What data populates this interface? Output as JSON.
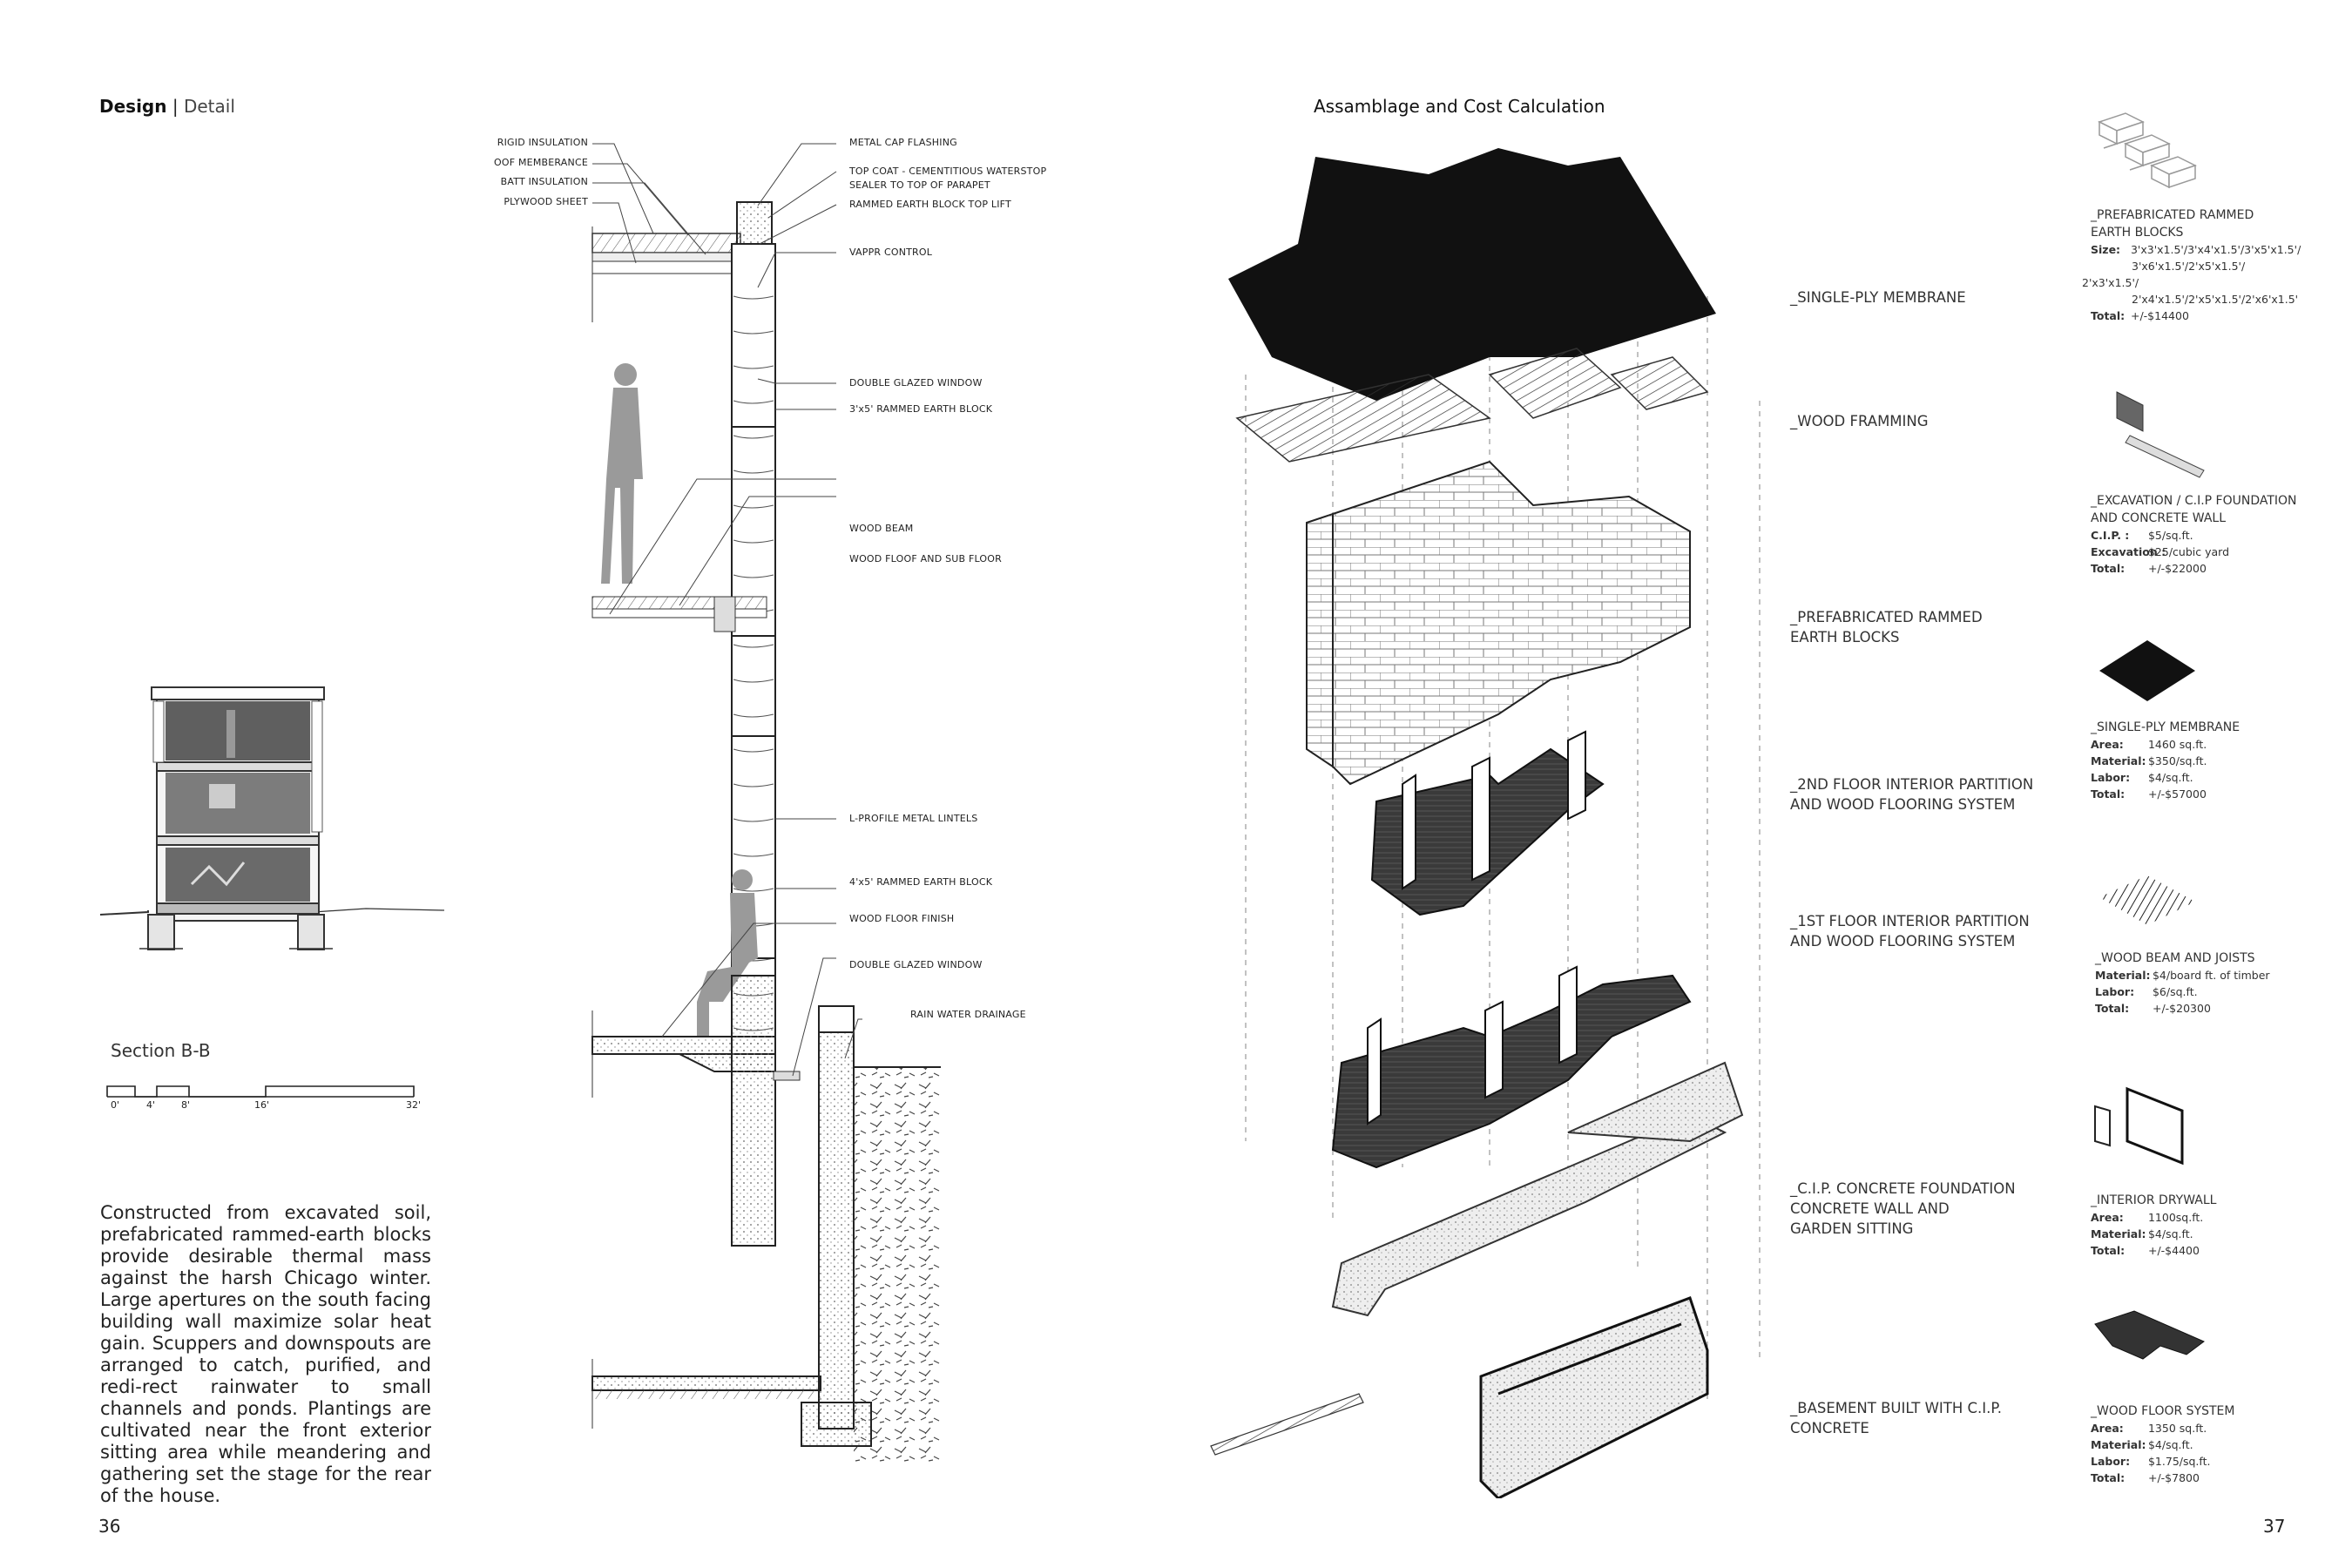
{
  "left_page": {
    "header_main": "Design",
    "header_sep": "|",
    "header_sub": "Detail",
    "section_label": "Section B-B",
    "scale_labels": [
      "0'",
      "4'",
      "8'",
      "16'",
      "32'"
    ],
    "body_text": "Constructed from excavated soil, prefabricated rammed-earth blocks provide desirable thermal mass against the harsh Chicago winter. Large apertures on the south facing building wall maximize solar heat gain. Scuppers and downspouts are arranged to catch, purified, and redi-rect rainwater to small channels and ponds. Plantings are cultivated near the front exterior sitting area while meandering and gathering set the stage for the rear of the house.",
    "page_number": "36",
    "callouts_left": [
      "RIGID INSULATION",
      "OOF MEMBERANCE",
      "BATT INSULATION",
      "PLYWOOD SHEET"
    ],
    "callouts_right": [
      "METAL CAP FLASHING",
      "TOP COAT - CEMENTITIOUS WATERSTOP",
      "SEALER TO TOP OF PARAPET",
      "RAMMED EARTH BLOCK TOP LIFT",
      "VAPPR CONTROL",
      "DOUBLE GLAZED WINDOW",
      "3'x5' RAMMED EARTH BLOCK",
      "WOOD BEAM",
      "WOOD FLOOF AND SUB FLOOR",
      "L-PROFILE METAL LINTELS",
      "4'x5' RAMMED EARTH BLOCK",
      "WOOD FLOOR FINISH",
      "DOUBLE GLAZED WINDOW",
      "RAIN WATER DRAINAGE"
    ]
  },
  "right_page": {
    "header": "Assamblage and Cost Calculation",
    "page_number": "37",
    "layers": [
      {
        "line1": "_SINGLE-PLY MEMBRANE",
        "line2": ""
      },
      {
        "line1": "_WOOD FRAMMING",
        "line2": ""
      },
      {
        "line1": "_PREFABRICATED RAMMED",
        "line2": "EARTH BLOCKS"
      },
      {
        "line1": "_2ND FLOOR INTERIOR PARTITION",
        "line2": "AND WOOD FLOORING SYSTEM"
      },
      {
        "line1": "_1ST FLOOR INTERIOR PARTITION",
        "line2": "AND WOOD FLOORING SYSTEM"
      },
      {
        "line1": "_C.I.P. CONCRETE FOUNDATION",
        "line2": "CONCRETE WALL  AND",
        "line3": "GARDEN SITTING"
      },
      {
        "line1": "_BASEMENT BUILT WITH C.I.P.",
        "line2": "CONCRETE"
      }
    ],
    "costs": [
      {
        "title1": "_PREFABRICATED RAMMED",
        "title2": "EARTH BLOCKS",
        "rows": [
          {
            "k": "Size:",
            "v": "3'x3'x1.5'/3'x4'x1.5'/3'x5'x1.5'/"
          },
          {
            "k": "",
            "v": "3'x6'x1.5'/2'x5'x1.5'/"
          },
          {
            "k": "",
            "v": "2'x3'x1.5'/"
          },
          {
            "k": "",
            "v": "2'x4'x1.5'/2'x5'x1.5'/2'x6'x1.5'"
          },
          {
            "k": "Total:",
            "v": "+/-$14400"
          }
        ]
      },
      {
        "title1": "_EXCAVATION / C.I.P FOUNDATION",
        "title2": "AND CONCRETE WALL",
        "rows": [
          {
            "k": "C.I.P. :",
            "v": "$5/sq.ft."
          },
          {
            "k": "Excavation :",
            "v": "$25/cubic yard"
          },
          {
            "k": "Total:",
            "v": "+/-$22000"
          }
        ]
      },
      {
        "title1": "_SINGLE-PLY MEMBRANE",
        "title2": "",
        "rows": [
          {
            "k": "Area:",
            "v": "1460 sq.ft."
          },
          {
            "k": "Material:",
            "v": "$350/sq.ft."
          },
          {
            "k": "Labor:",
            "v": "$4/sq.ft."
          },
          {
            "k": "Total:",
            "v": "+/-$57000"
          }
        ]
      },
      {
        "title1": "_WOOD BEAM AND JOISTS",
        "title2": "",
        "rows": [
          {
            "k": "Material:",
            "v": "$4/board ft. of timber"
          },
          {
            "k": "Labor:",
            "v": "$6/sq.ft."
          },
          {
            "k": "Total:",
            "v": "+/-$20300"
          }
        ]
      },
      {
        "title1": "_INTERIOR DRYWALL",
        "title2": "",
        "rows": [
          {
            "k": "Area:",
            "v": "1100sq.ft."
          },
          {
            "k": "Material:",
            "v": "$4/sq.ft."
          },
          {
            "k": "Total:",
            "v": "+/-$4400"
          }
        ]
      },
      {
        "title1": "_WOOD FLOOR SYSTEM",
        "title2": "",
        "rows": [
          {
            "k": "Area:",
            "v": "1350 sq.ft."
          },
          {
            "k": "Material:",
            "v": "$4/sq.ft."
          },
          {
            "k": "Labor:",
            "v": "$1.75/sq.ft."
          },
          {
            "k": "Total:",
            "v": "+/-$7800"
          }
        ]
      }
    ]
  }
}
